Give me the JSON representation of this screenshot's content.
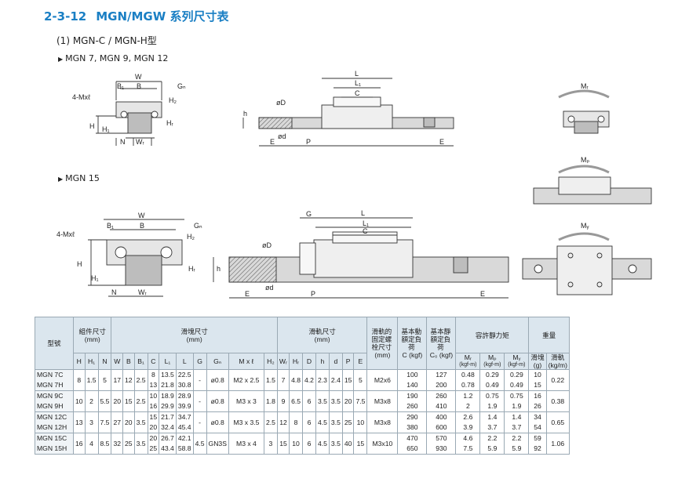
{
  "page": {
    "section_number": "2-3-12",
    "title": "MGN/MGW 系列尺寸表",
    "subtitle": "(1) MGN-C / MGN-H型",
    "group1_label": "MGN 7, MGN 9, MGN 12",
    "group2_label": "MGN 15"
  },
  "diagram_labels": {
    "W": "W",
    "B": "B",
    "B1": "B₁",
    "Gn": "Gₙ",
    "H2": "H₂",
    "mounting": "4-Mxℓ",
    "H": "H",
    "H1": "H₁",
    "N": "N",
    "WR": "Wᵣ",
    "HR": "Hᵣ",
    "L": "L",
    "L1": "L₁",
    "C": "C",
    "D": "øD",
    "h": "h",
    "d": "ød",
    "E": "E",
    "P": "P",
    "G": "G",
    "MR": "Mᵣ",
    "MP": "Mₚ",
    "MY": "Mᵧ"
  },
  "table": {
    "group_headers": {
      "model": "型號",
      "assembly": "組件尺寸",
      "assembly_unit": "(mm)",
      "block": "滑塊尺寸",
      "block_unit": "(mm)",
      "rail": "滑軌尺寸",
      "rail_unit": "(mm)",
      "bolt": "滑軌的固定螺栓尺寸",
      "bolt_unit": "(mm)",
      "dynamic": "基本動額定負荷",
      "dynamic_unit": "C (kgf)",
      "static": "基本靜額定負荷",
      "static_unit": "C₀ (kgf)",
      "moment": "容許靜力矩",
      "mr": "Mᵣ",
      "mp": "Mₚ",
      "my": "Mᵧ",
      "moment_unit": "(kgf-m)",
      "weight": "重量",
      "weight_block": "滑塊",
      "weight_block_unit": "(g)",
      "weight_rail": "滑軌",
      "weight_rail_unit": "(kg/m)"
    },
    "sub_headers": [
      "H",
      "H₁",
      "N",
      "W",
      "B",
      "B₁",
      "C",
      "L₁",
      "L",
      "G",
      "Gₙ",
      "M x ℓ",
      "H₂",
      "Wᵣ",
      "Hᵣ",
      "D",
      "h",
      "d",
      "P",
      "E"
    ],
    "rows": [
      {
        "models": [
          "MGN 7C",
          "MGN 7H"
        ],
        "H": "8",
        "H1": "1.5",
        "N": "5",
        "W": "17",
        "B": "12",
        "B1": "2.5",
        "C": [
          "8",
          "13"
        ],
        "L1": [
          "13.5",
          "21.8"
        ],
        "L": [
          "22.5",
          "30.8"
        ],
        "G": "-",
        "Gn": "ø0.8",
        "Mxl": "M2 x 2.5",
        "H2": "1.5",
        "WR": "7",
        "HR": "4.8",
        "D": "4.2",
        "h": "2.3",
        "d": "2.4",
        "P": "15",
        "E": "5",
        "bolt": "M2x6",
        "C_dyn": [
          "100",
          "140"
        ],
        "C0": [
          "127",
          "200"
        ],
        "MR": [
          "0.48",
          "0.78"
        ],
        "MP": [
          "0.29",
          "0.49"
        ],
        "MY": [
          "0.29",
          "0.49"
        ],
        "wt_block": [
          "10",
          "15"
        ],
        "wt_rail": "0.22"
      },
      {
        "models": [
          "MGN 9C",
          "MGN 9H"
        ],
        "H": "10",
        "H1": "2",
        "N": "5.5",
        "W": "20",
        "B": "15",
        "B1": "2.5",
        "C": [
          "10",
          "16"
        ],
        "L1": [
          "18.9",
          "29.9"
        ],
        "L": [
          "28.9",
          "39.9"
        ],
        "G": "-",
        "Gn": "ø0.8",
        "Mxl": "M3 x 3",
        "H2": "1.8",
        "WR": "9",
        "HR": "6.5",
        "D": "6",
        "h": "3.5",
        "d": "3.5",
        "P": "20",
        "E": "7.5",
        "bolt": "M3x8",
        "C_dyn": [
          "190",
          "260"
        ],
        "C0": [
          "260",
          "410"
        ],
        "MR": [
          "1.2",
          "2"
        ],
        "MP": [
          "0.75",
          "1.9"
        ],
        "MY": [
          "0.75",
          "1.9"
        ],
        "wt_block": [
          "16",
          "26"
        ],
        "wt_rail": "0.38"
      },
      {
        "models": [
          "MGN 12C",
          "MGN 12H"
        ],
        "H": "13",
        "H1": "3",
        "N": "7.5",
        "W": "27",
        "B": "20",
        "B1": "3.5",
        "C": [
          "15",
          "20"
        ],
        "L1": [
          "21.7",
          "32.4"
        ],
        "L": [
          "34.7",
          "45.4"
        ],
        "G": "-",
        "Gn": "ø0.8",
        "Mxl": "M3 x 3.5",
        "H2": "2.5",
        "WR": "12",
        "HR": "8",
        "D": "6",
        "h": "4.5",
        "d": "3.5",
        "P": "25",
        "E": "10",
        "bolt": "M3x8",
        "C_dyn": [
          "290",
          "380"
        ],
        "C0": [
          "400",
          "600"
        ],
        "MR": [
          "2.6",
          "3.9"
        ],
        "MP": [
          "1.4",
          "3.7"
        ],
        "MY": [
          "1.4",
          "3.7"
        ],
        "wt_block": [
          "34",
          "54"
        ],
        "wt_rail": "0.65"
      },
      {
        "models": [
          "MGN 15C",
          "MGN 15H"
        ],
        "H": "16",
        "H1": "4",
        "N": "8.5",
        "W": "32",
        "B": "25",
        "B1": "3.5",
        "C": [
          "20",
          "25"
        ],
        "L1": [
          "26.7",
          "43.4"
        ],
        "L": [
          "42.1",
          "58.8"
        ],
        "G": "4.5",
        "Gn": "GN3S",
        "Mxl": "M3 x 4",
        "H2": "3",
        "WR": "15",
        "HR": "10",
        "D": "6",
        "h": "4.5",
        "d": "3.5",
        "P": "40",
        "E": "15",
        "bolt": "M3x10",
        "C_dyn": [
          "470",
          "650"
        ],
        "C0": [
          "570",
          "930"
        ],
        "MR": [
          "4.6",
          "7.5"
        ],
        "MP": [
          "2.2",
          "5.9"
        ],
        "MY": [
          "2.2",
          "5.9"
        ],
        "wt_block": [
          "59",
          "92"
        ],
        "wt_rail": "1.06"
      }
    ]
  }
}
